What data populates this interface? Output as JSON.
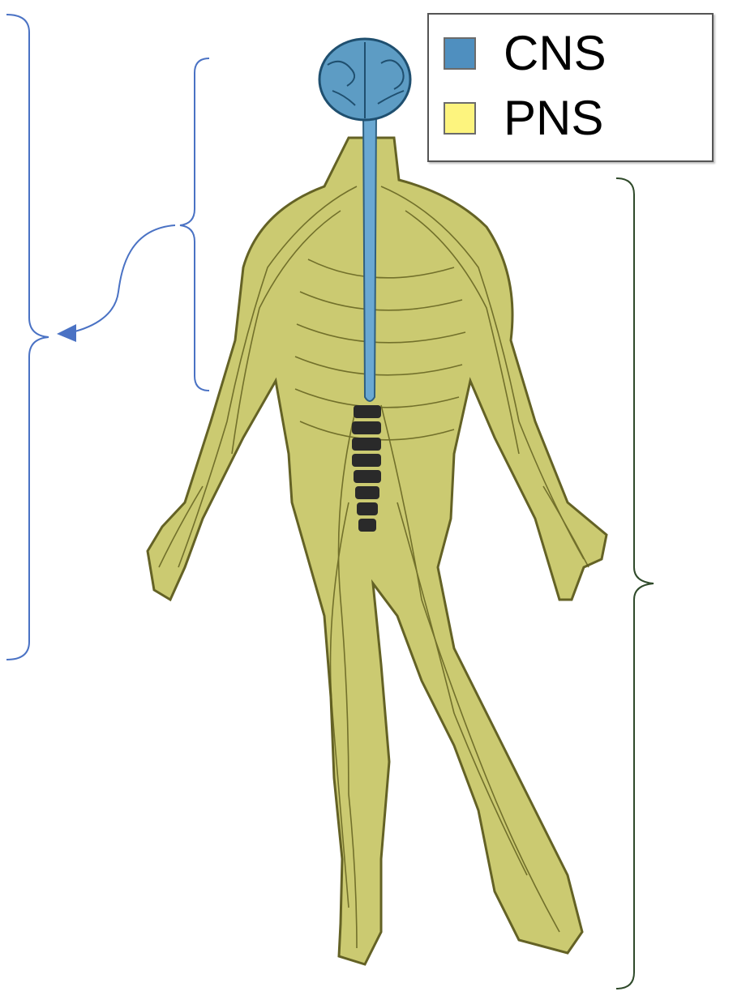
{
  "legend": {
    "items": [
      {
        "label": "CNS",
        "color": "#4f8fbf"
      },
      {
        "label": "PNS",
        "color": "#fdf47e"
      }
    ]
  },
  "colors": {
    "brain": "#5d9cc4",
    "spinal_cord": "#6aa8d2",
    "nerve_fill": "#c9c86a",
    "nerve_stroke": "#5c5a1a",
    "left_bracket": "#4a72c4",
    "right_bracket": "#2f4a2a",
    "vertebrae": "#2a2a2a"
  },
  "icons": {
    "outer_left_bracket": "curly-brace-left",
    "inner_bracket": "curly-brace-left",
    "right_bracket": "curly-brace-right",
    "arrow": "curved-arrow"
  }
}
